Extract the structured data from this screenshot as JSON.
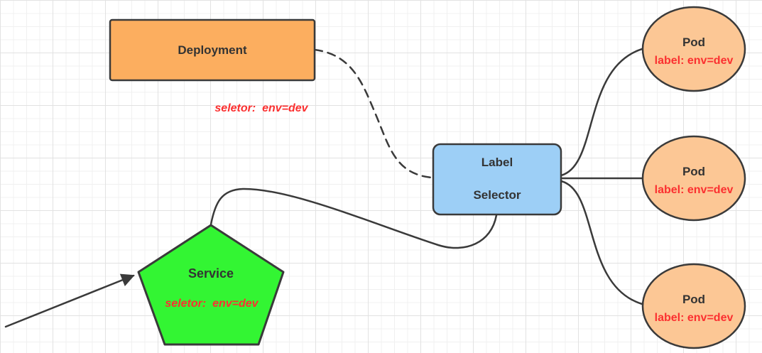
{
  "diagram": {
    "deployment": {
      "label": "Deployment",
      "note": "seletor:  env=dev"
    },
    "selector": {
      "line1": "Label",
      "line2": "Selector"
    },
    "service": {
      "label": "Service",
      "note": "seletor:  env=dev"
    },
    "pods": [
      {
        "label": "Pod",
        "sublabel": "label: env=dev"
      },
      {
        "label": "Pod",
        "sublabel": "label: env=dev"
      },
      {
        "label": "Pod",
        "sublabel": "label: env=dev"
      }
    ],
    "colors": {
      "deployment_fill": "#FCAE5F",
      "selector_fill": "#9DCFF6",
      "service_fill": "#33F533",
      "pod_fill": "#FCC795",
      "stroke": "#3A3A3A",
      "red_text": "#FB3030",
      "dark_text": "#333333"
    }
  }
}
